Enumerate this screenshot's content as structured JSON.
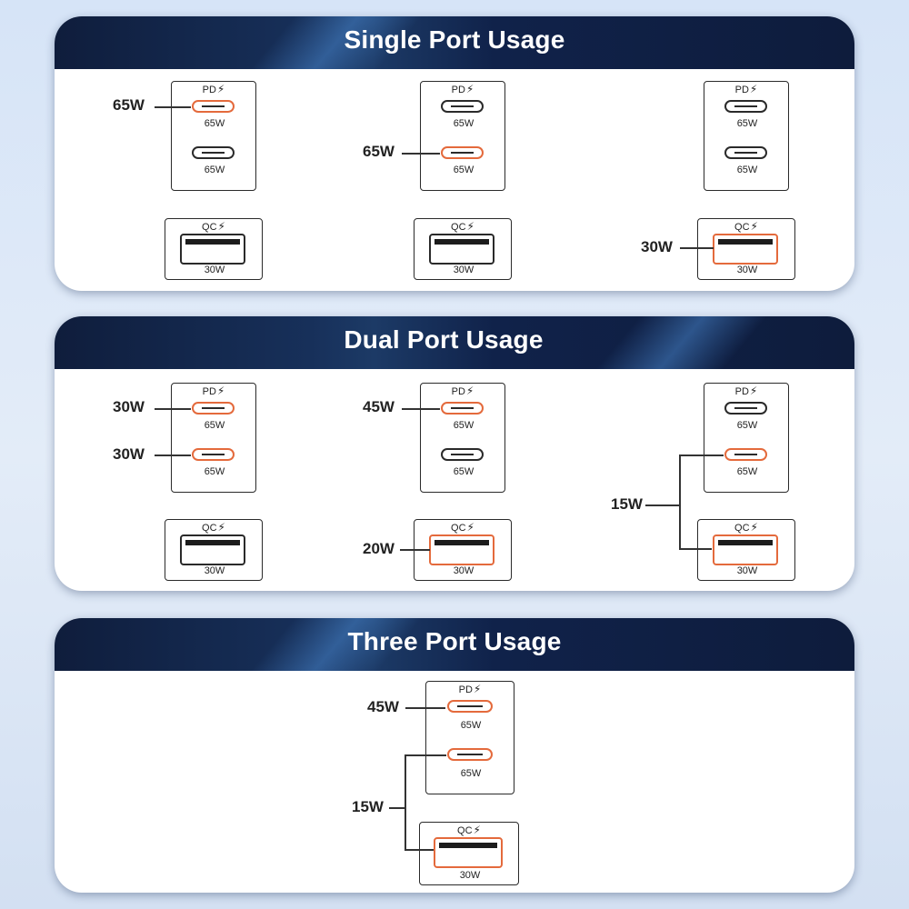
{
  "sections": [
    {
      "title": "Single Port Usage"
    },
    {
      "title": "Dual Port Usage"
    },
    {
      "title": "Three Port Usage"
    }
  ],
  "charger": {
    "pd_label": "PD",
    "qc_label": "QC",
    "bolt": "⚡",
    "usbc_rating": "65W",
    "usba_rating": "30W"
  },
  "single": {
    "a": {
      "c1": "65W"
    },
    "b": {
      "c2": "65W"
    },
    "c": {
      "a": "30W"
    }
  },
  "dual": {
    "a": {
      "c1": "30W",
      "c2": "30W"
    },
    "b": {
      "c1": "45W",
      "a": "20W"
    },
    "c": {
      "shared": "15W"
    }
  },
  "three": {
    "c1": "45W",
    "shared": "15W"
  },
  "colors": {
    "header": "#0f1d3c",
    "active": "#e46a3c",
    "outline": "#2a2a2a"
  }
}
